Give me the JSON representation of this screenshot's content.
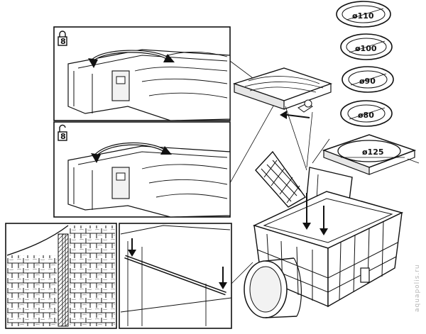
{
  "rings": [
    {
      "label": "ø110"
    },
    {
      "label": "ø100"
    },
    {
      "label": "ø90"
    },
    {
      "label": "ø80"
    }
  ],
  "frame_label": "ø125",
  "lock_panels": [
    {
      "state": "locked",
      "icon": "padlock-closed-icon",
      "icon_text": "8"
    },
    {
      "state": "unlocked",
      "icon": "padlock-open-icon",
      "icon_text": "8"
    }
  ],
  "watermark": "aquapolis.ru",
  "colors": {
    "ink": "#111111",
    "fill": "#ffffff",
    "shade": "#e6e6e6"
  }
}
